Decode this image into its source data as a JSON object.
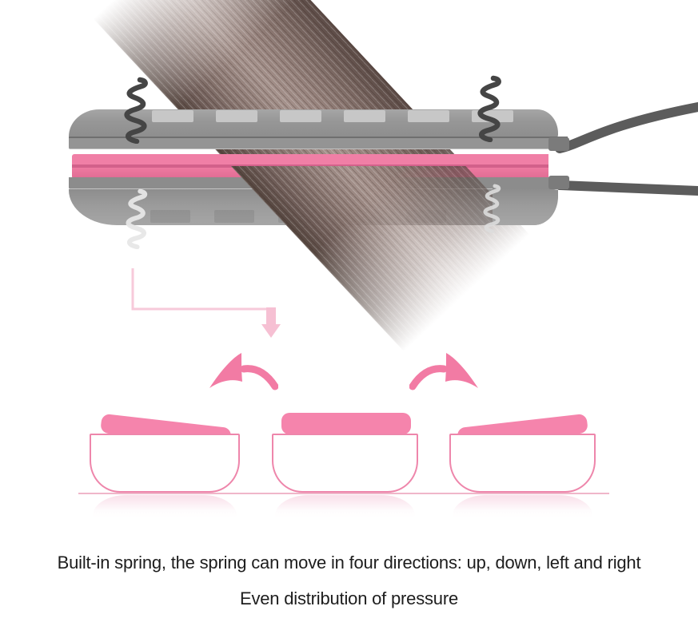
{
  "captions": {
    "line1": "Built-in spring, the spring can move in four directions: up, down, left and right",
    "line2": "Even distribution of pressure"
  },
  "colors": {
    "accent_pink": "#f27ba4",
    "plate_pink": "#ee7aa1",
    "soft_pink": "#f7cada",
    "body_gray": "#969696",
    "cable_gray": "#5c5c5c",
    "hair_brown": "#8d7a74",
    "text": "#1d1d1d"
  },
  "illustration": {
    "straightener": {
      "spring_icons": 4,
      "heating_plates": 2,
      "hair_strand": "diagonal through plates"
    },
    "plate_diagram": {
      "plates": [
        {
          "tilt": "left-up"
        },
        {
          "tilt": "level"
        },
        {
          "tilt": "right-up"
        }
      ],
      "arrows": [
        "rotate-left",
        "rotate-right"
      ]
    }
  }
}
